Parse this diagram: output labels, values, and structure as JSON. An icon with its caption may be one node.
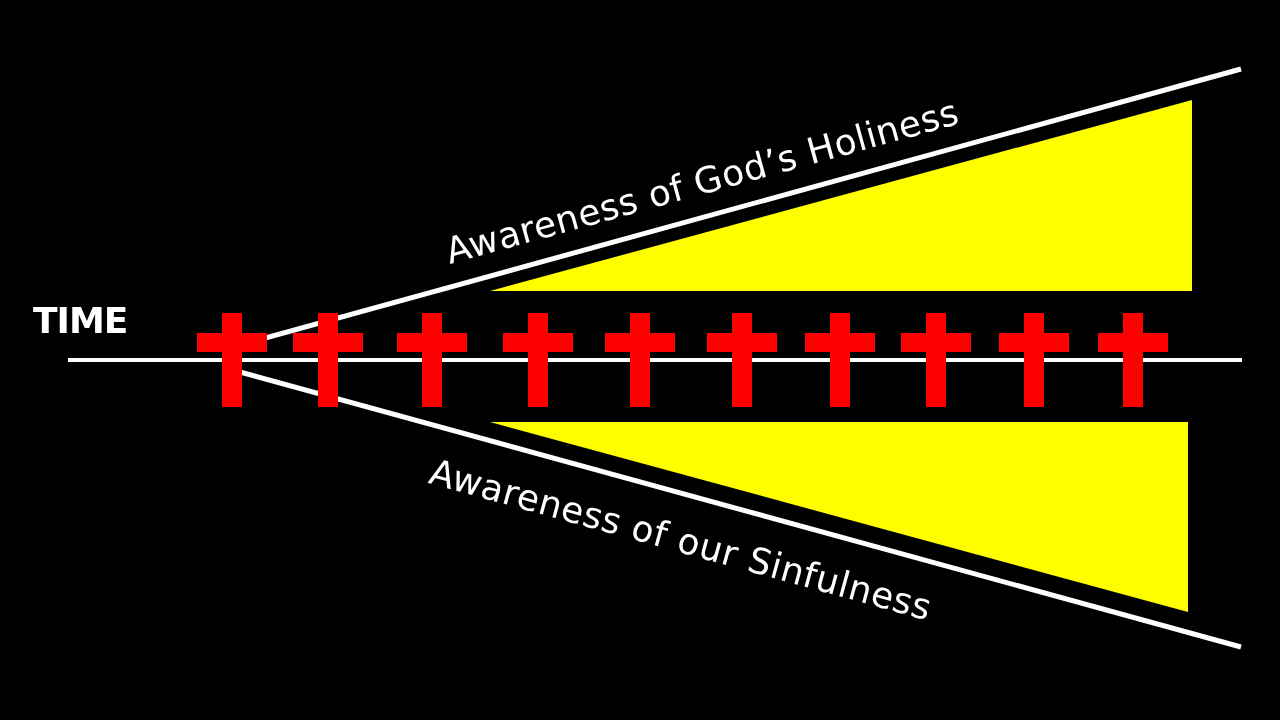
{
  "diagram": {
    "labels": [
      "Awareness of God’s Holiness",
      "TIME",
      "Awareness of our Sinfulness"
    ]
  }
}
